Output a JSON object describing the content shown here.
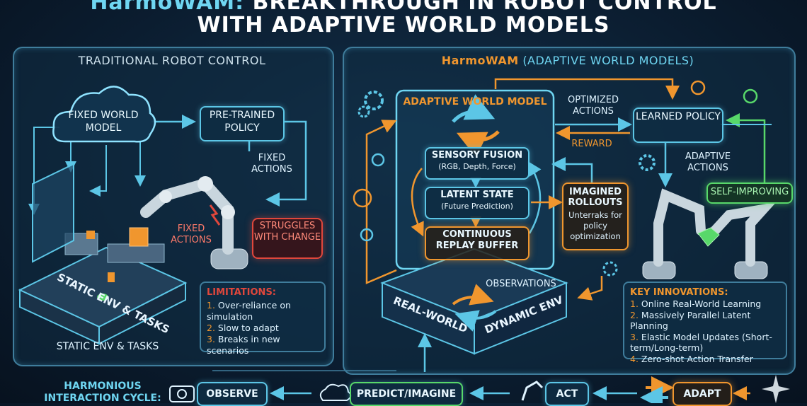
{
  "title": {
    "line1_highlight": "HarmoWAM:",
    "line1_rest": "BREAKTHROUGH IN ROBOT CONTROL",
    "line2": "WITH ADAPTIVE WORLD MODELS"
  },
  "left_panel": {
    "header": "TRADITIONAL ROBOT CONTROL",
    "cloud_label": "FIXED WORLD MODEL",
    "policy_label": "PRE-TRAINED POLICY",
    "fixed_actions_top": "FIXED ACTIONS",
    "fixed_actions_arm": "FIXED ACTIONS",
    "struggles": "STRUGGLES WITH CHANGE",
    "platform_text": "STATIC ENV & TASKS",
    "caption": "STATIC ENV & TASKS",
    "limitations_title": "LIMITATIONS:",
    "limitations": [
      {
        "num": "1.",
        "text": "Over-reliance on simulation"
      },
      {
        "num": "2.",
        "text": "Slow to adapt"
      },
      {
        "num": "3.",
        "text": "Breaks in new scenarios"
      }
    ]
  },
  "right_panel": {
    "header_brand": "HarmoWAM",
    "header_rest": "(ADAPTIVE WORLD MODELS)",
    "awm_title": "ADAPTIVE WORLD MODEL",
    "sensory_title": "SENSORY FUSION",
    "sensory_sub": "(RGB, Depth, Force)",
    "latent_title": "LATENT STATE",
    "latent_sub": "(Future Prediction)",
    "replay_title": "CONTINUOUS REPLAY BUFFER",
    "optimized_actions": "OPTIMIZED ACTIONS",
    "reward": "REWARD",
    "learned_policy": "LEARNED POLICY",
    "adaptive_actions": "ADAPTIVE ACTIONS",
    "self_improving": "SELF-IMPROVING",
    "imagined_title": "IMAGINED ROLLOUTS",
    "imagined_sub": "Unterraks for policy optimization",
    "observations": "OBSERVATIONS",
    "platform_left": "REAL-WORLD",
    "platform_right": "DYNAMIC ENV",
    "innovations_title": "KEY INNOVATIONS:",
    "innovations": [
      {
        "num": "1.",
        "text": "Online Real-World Learning"
      },
      {
        "num": "2.",
        "text": "Massively Parallel Latent Planning"
      },
      {
        "num": "3.",
        "text": "Elastic Model Updates (Short-term/Long-term)"
      },
      {
        "num": "4.",
        "text": "Zero-shot Action Transfer"
      }
    ]
  },
  "cycle": {
    "label_line1": "HARMONIOUS",
    "label_line2": "INTERACTION CYCLE:",
    "steps": [
      "OBSERVE",
      "PREDICT/IMAGINE",
      "ACT",
      "ADAPT"
    ]
  },
  "colors": {
    "cyan": "#5cc6e6",
    "orange": "#f0962e",
    "red": "#e0473c",
    "green": "#58d86a"
  }
}
